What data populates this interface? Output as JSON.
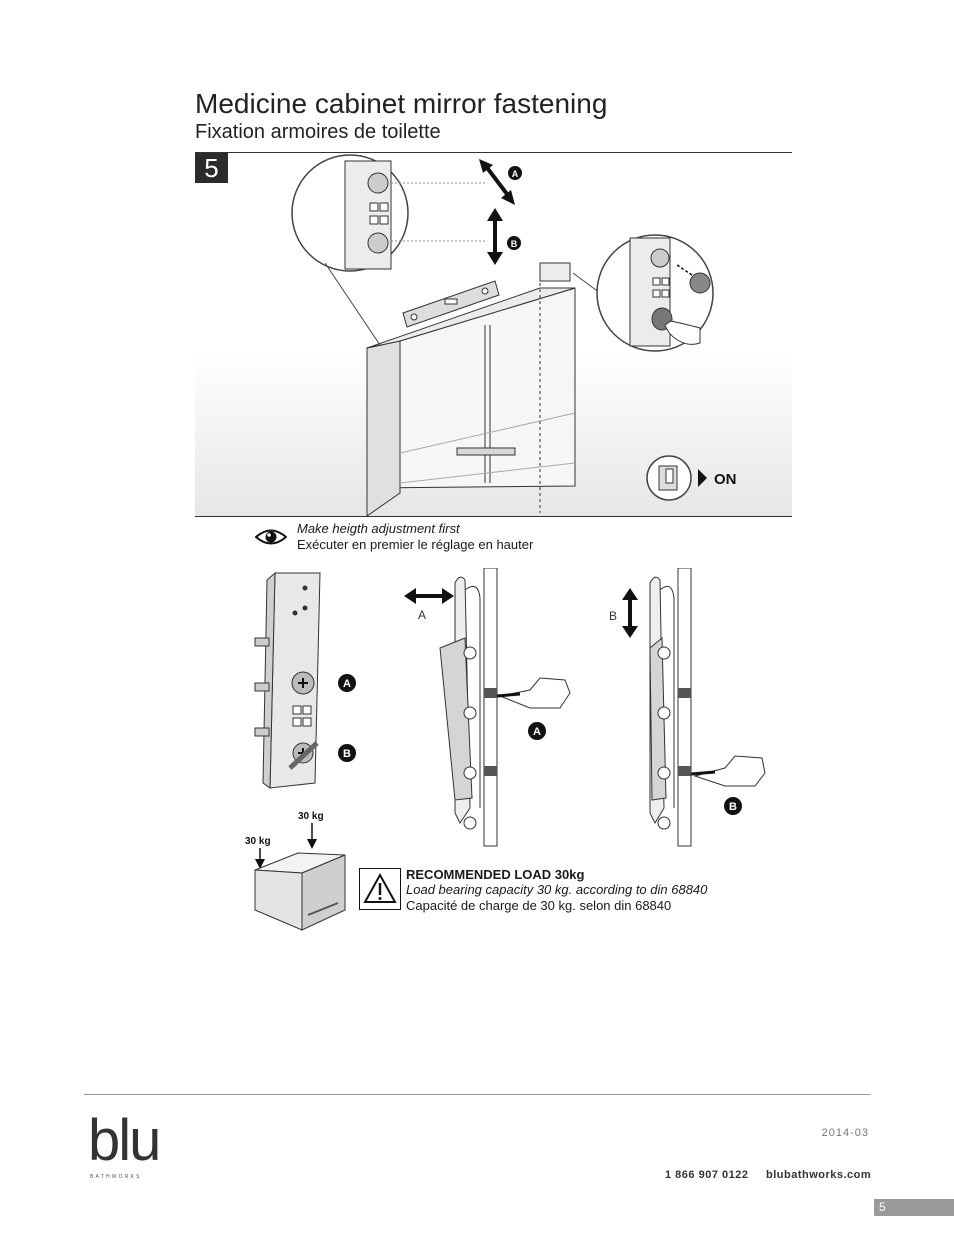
{
  "header": {
    "title": "Medicine cabinet mirror fastening",
    "subtitle": "Fixation armoires de toilette",
    "step_number": "5"
  },
  "diagram": {
    "callout_a": "A",
    "callout_b": "B",
    "switch_state": "ON",
    "label_a": "A",
    "label_b": "B",
    "load_top": "30 kg",
    "load_side": "30 kg"
  },
  "note": {
    "heading_en": "Make heigth adjustment first",
    "text_fr": "Exécuter en premier le réglage en hauter"
  },
  "warning": {
    "heading": "RECOMMENDED LOAD 30kg",
    "text_en": "Load bearing capacity 30 kg. according to din 68840",
    "text_fr": "Capacité de charge de 30 kg. selon din 68840"
  },
  "footer": {
    "date": "2014-03",
    "phone": "1 866 907 0122",
    "website": "blubathworks.com",
    "logo": "blu",
    "logo_sub": "BATHWORKS",
    "page_number": "5"
  }
}
